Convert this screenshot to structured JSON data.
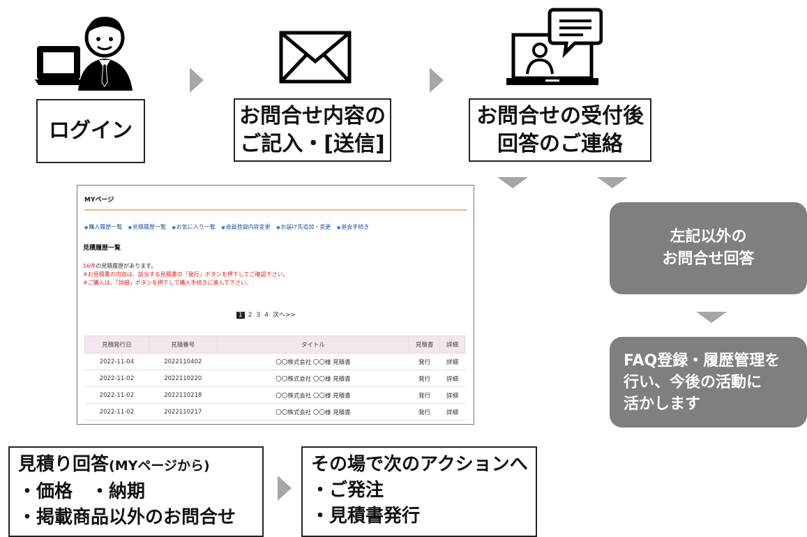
{
  "steps": {
    "login": "ログイン",
    "inquiry_line1": "お問合せ内容の",
    "inquiry_line2": "ご記入・[送信]",
    "receipt_line1": "お問合せの受付後",
    "receipt_line2": "回答のご連絡"
  },
  "side_boxes": {
    "other_line1": "左記以外の",
    "other_line2": "お問合せ回答",
    "faq_line1": "FAQ登録・履歴管理を",
    "faq_line2": "行い、今後の活動に",
    "faq_line3": "活かします"
  },
  "bottom": {
    "quote_title": "見積り回答",
    "quote_title_small": "(MYページから)",
    "quote_item1": "・価格　・納期",
    "quote_item2": "・掲載商品以外のお問合せ",
    "action_title": "その場で次のアクションへ",
    "action_item1": "・ご発注",
    "action_item2": "・見積書発行"
  },
  "mypage": {
    "title": "MYページ",
    "nav": [
      "購入履歴一覧",
      "見積履歴一覧",
      "お気に入り一覧",
      "会員登録内容変更",
      "お届け先追加・変更",
      "退会手続き"
    ],
    "heading": "見積履歴一覧",
    "info_count": "56件",
    "info_count_suffix": "の見積履歴があります。",
    "info_note1": "※お見積書の内容は、該当する見積書の「発行」ボタンを押下してご確認下さい。",
    "info_note2": "※ご購入は、「詳細」ボタンを押下して購入手続きに進んで下さい。",
    "pager": {
      "current": "1",
      "pages": [
        "2",
        "3",
        "4"
      ],
      "next": "次へ>>"
    },
    "table": {
      "headers": [
        "見積発行日",
        "見積番号",
        "タイトル",
        "見積書",
        "詳細"
      ],
      "rows": [
        [
          "2022-11-04",
          "2022110402",
          "〇〇株式会社 〇〇様 見積書",
          "発行",
          "詳細"
        ],
        [
          "2022-11-02",
          "2022110220",
          "〇〇株式会社 〇〇様 見積書",
          "発行",
          "詳細"
        ],
        [
          "2022-11-02",
          "2022110218",
          "〇〇株式会社 〇〇様 見積書",
          "発行",
          "詳細"
        ],
        [
          "2022-11-02",
          "2022110217",
          "〇〇株式会社 〇〇様 見積書",
          "発行",
          "詳細"
        ]
      ]
    }
  },
  "icons": [
    "person-laptop-icon",
    "envelope-icon",
    "video-chat-icon"
  ],
  "colors": {
    "arrow": "#a6a6a6",
    "grey_box": "#7f7f7f",
    "accent_line": "#f0b37a",
    "red_text": "#e02020"
  }
}
